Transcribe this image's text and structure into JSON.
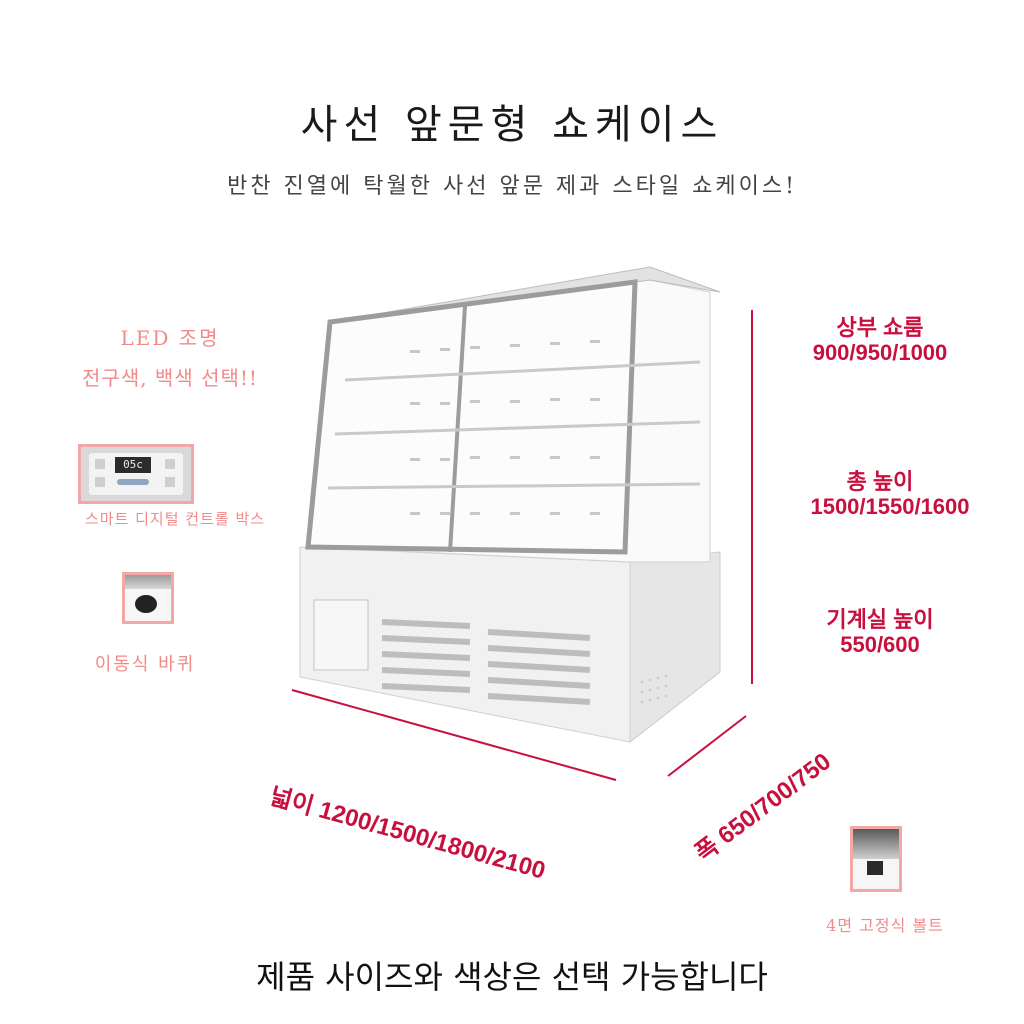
{
  "title": "사선 앞문형 쇼케이스",
  "subtitle": "반찬 진열에 탁월한 사선 앞문 제과 스타일 쇼케이스!",
  "features": {
    "led_line1": "LED 조명",
    "led_line2": "전구색, 백색 선택!!",
    "controller_caption": "스마트 디지털 컨트롤 박스",
    "controller_display": "05c",
    "wheel_caption": "이동식 바퀴",
    "bolt_caption": "4면 고정식 볼트"
  },
  "specs": {
    "upper_label": "상부 쇼룸",
    "upper_values": "900/950/1000",
    "total_label": "총 높이",
    "total_values": "1500/1550/1600",
    "machine_label": "기계실 높이",
    "machine_values": "550/600",
    "width_label": "넓이 1200/1500/1800/2100",
    "depth_label": "폭 650/700/750"
  },
  "footer": "제품 사이즈와 색상은 선택 가능합니다",
  "colors": {
    "accent_red": "#c8103f",
    "accent_pink": "#f28a8a",
    "thumb_border": "#f4a7a7"
  }
}
